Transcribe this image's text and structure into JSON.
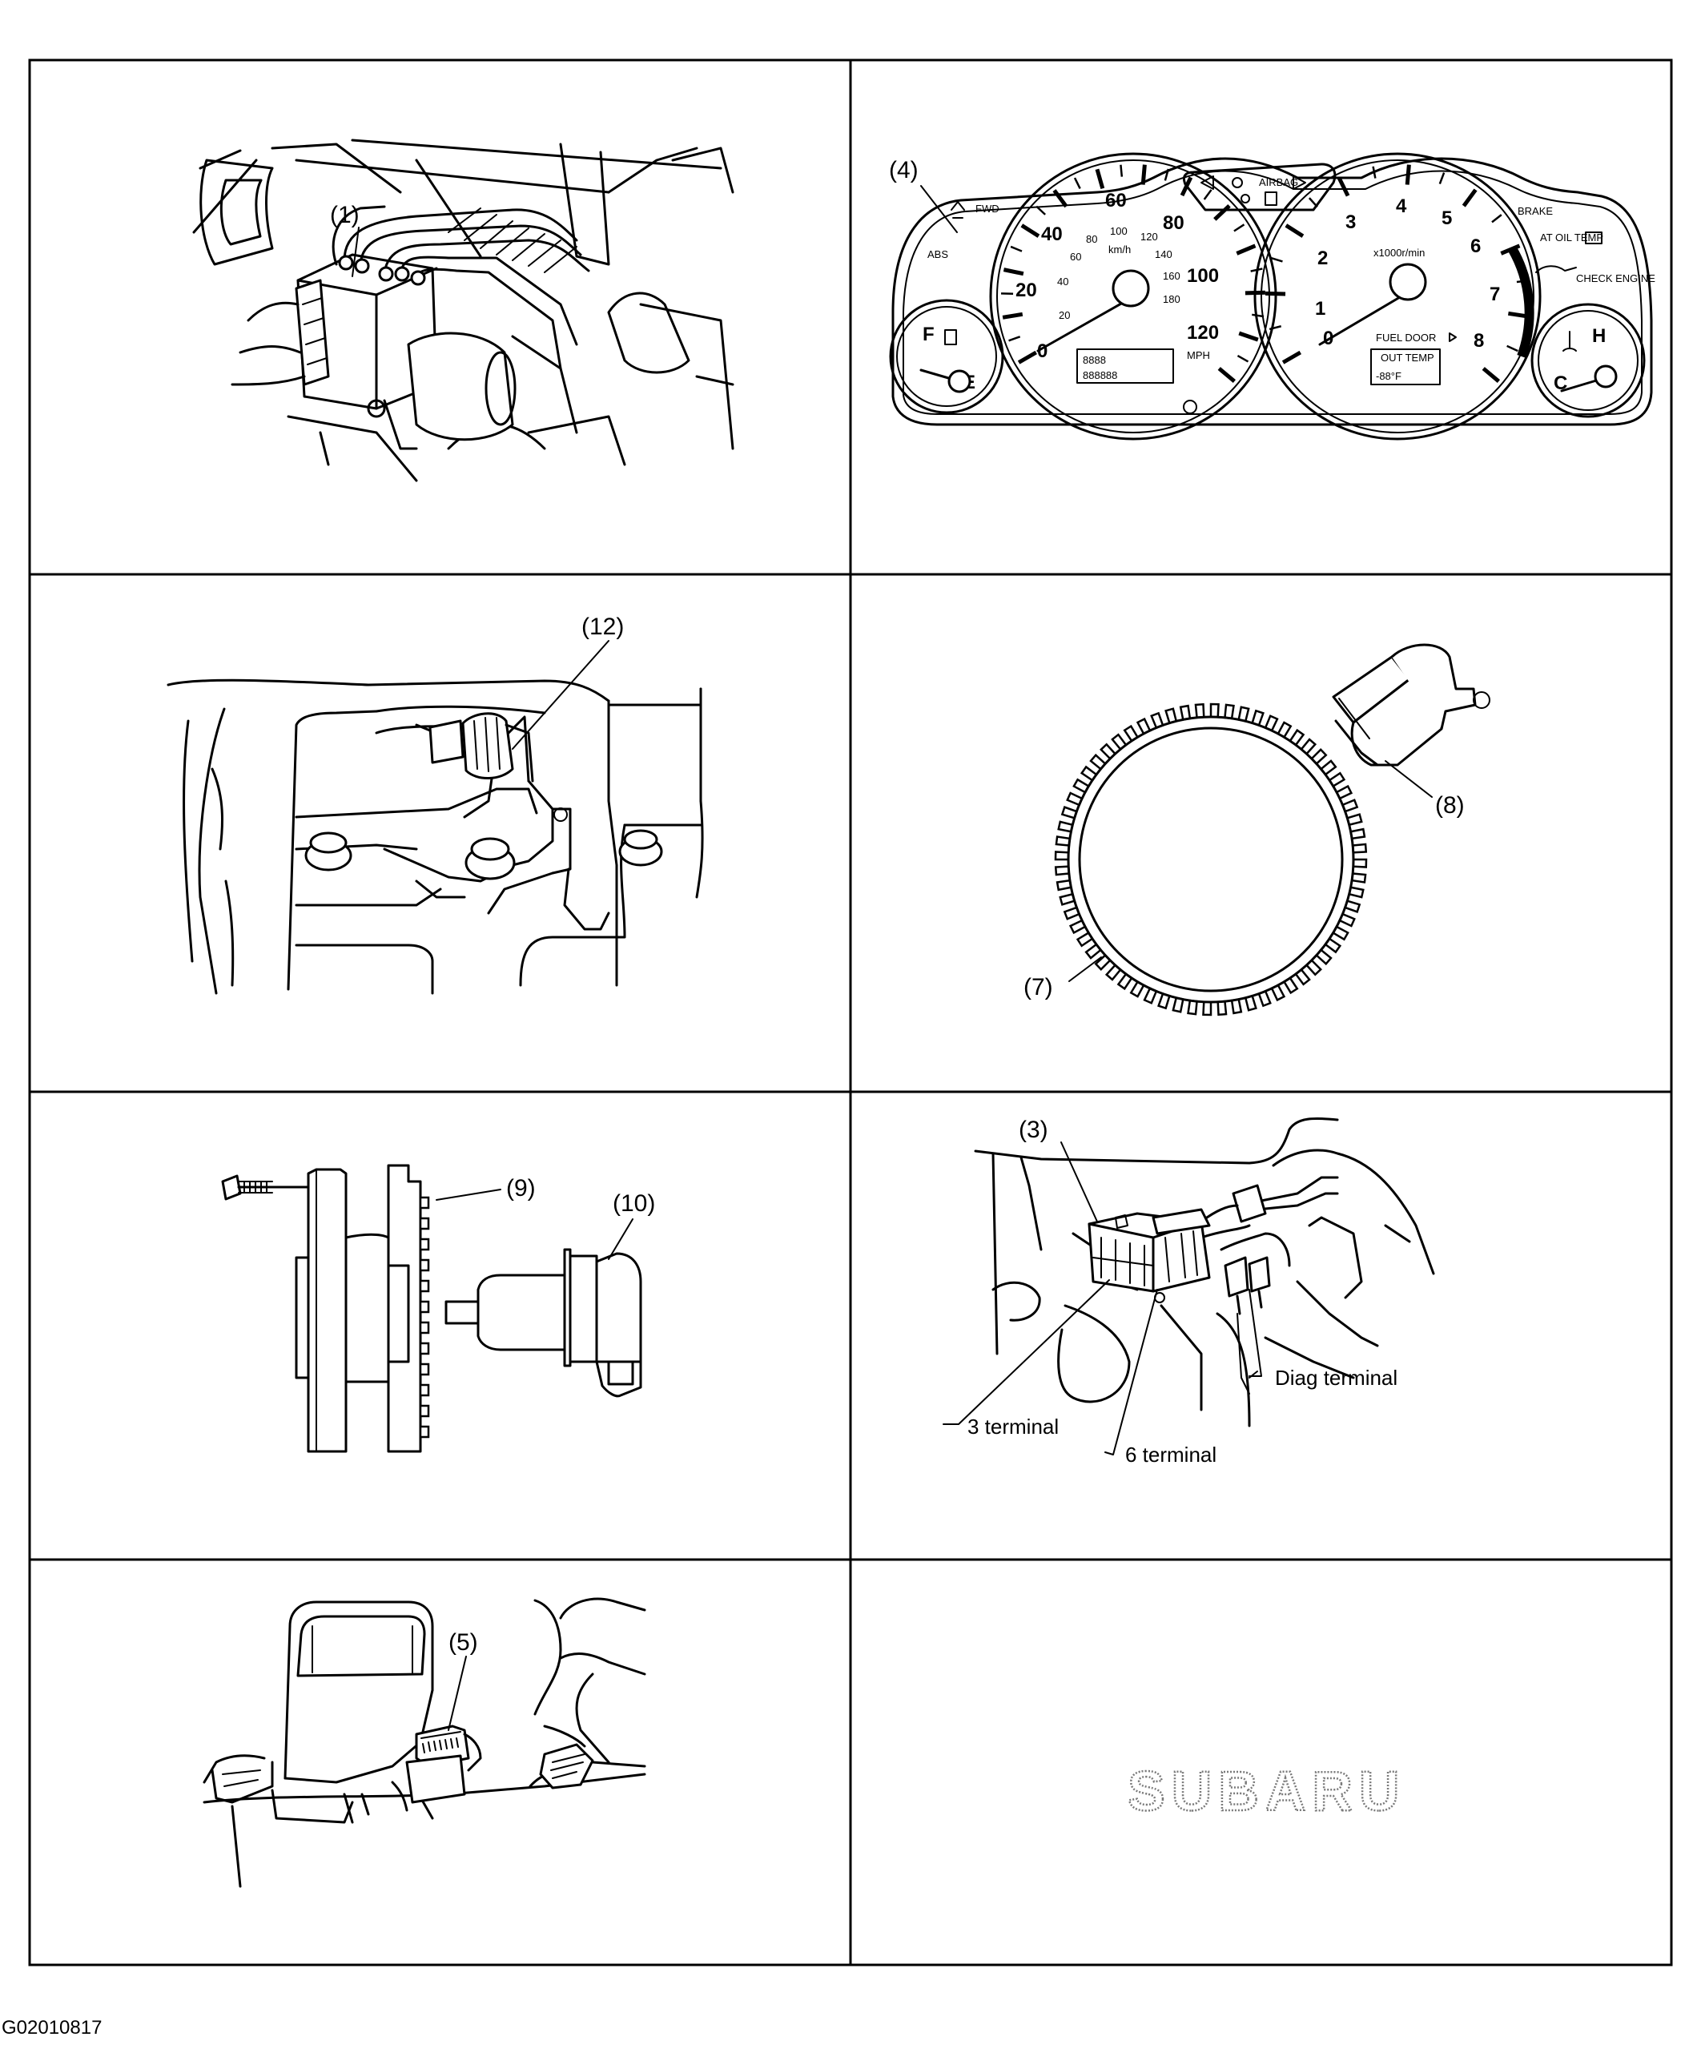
{
  "figure_code": "G02010817",
  "panels": {
    "p1": {
      "callout": "(1)"
    },
    "p2": {
      "callout": "(4)",
      "speedo": {
        "mph_numbers": [
          "0",
          "20",
          "40",
          "60",
          "80",
          "100",
          "120"
        ],
        "kmh_numbers": [
          "20",
          "40",
          "60",
          "80",
          "100",
          "120",
          "140",
          "160",
          "180"
        ],
        "kmh_label": "km/h",
        "mph_label": "MPH",
        "odometer": "8888",
        "trip": "888888"
      },
      "tacho": {
        "numbers": [
          "0",
          "1",
          "2",
          "3",
          "4",
          "5",
          "6",
          "7",
          "8"
        ],
        "unit": "x1000r/min",
        "fuel_door": "FUEL DOOR",
        "out_temp_label": "OUT TEMP",
        "out_temp_value": "-88°F"
      },
      "fuel_gauge": {
        "full": "F",
        "empty": "E"
      },
      "temp_gauge": {
        "hot": "H",
        "cold": "C"
      },
      "warnings": {
        "abs": "ABS",
        "fwd": "FWD",
        "airbag": "AIRBAG",
        "brake": "BRAKE",
        "at_oil_temp": "AT OIL TEMP",
        "check_engine": "CHECK ENGINE"
      }
    },
    "p3": {
      "callout": "(12)"
    },
    "p4": {
      "callout_ring": "(7)",
      "callout_sensor": "(8)"
    },
    "p5": {
      "callout_rotor": "(9)",
      "callout_sensor": "(10)"
    },
    "p6": {
      "callout": "(3)",
      "diag_terminal": "Diag   terminal",
      "terminal_3": "3 terminal",
      "terminal_6": "6 terminal"
    },
    "p7": {
      "callout": "(5)"
    },
    "p8": {
      "logo_text": "SUBARU"
    }
  }
}
